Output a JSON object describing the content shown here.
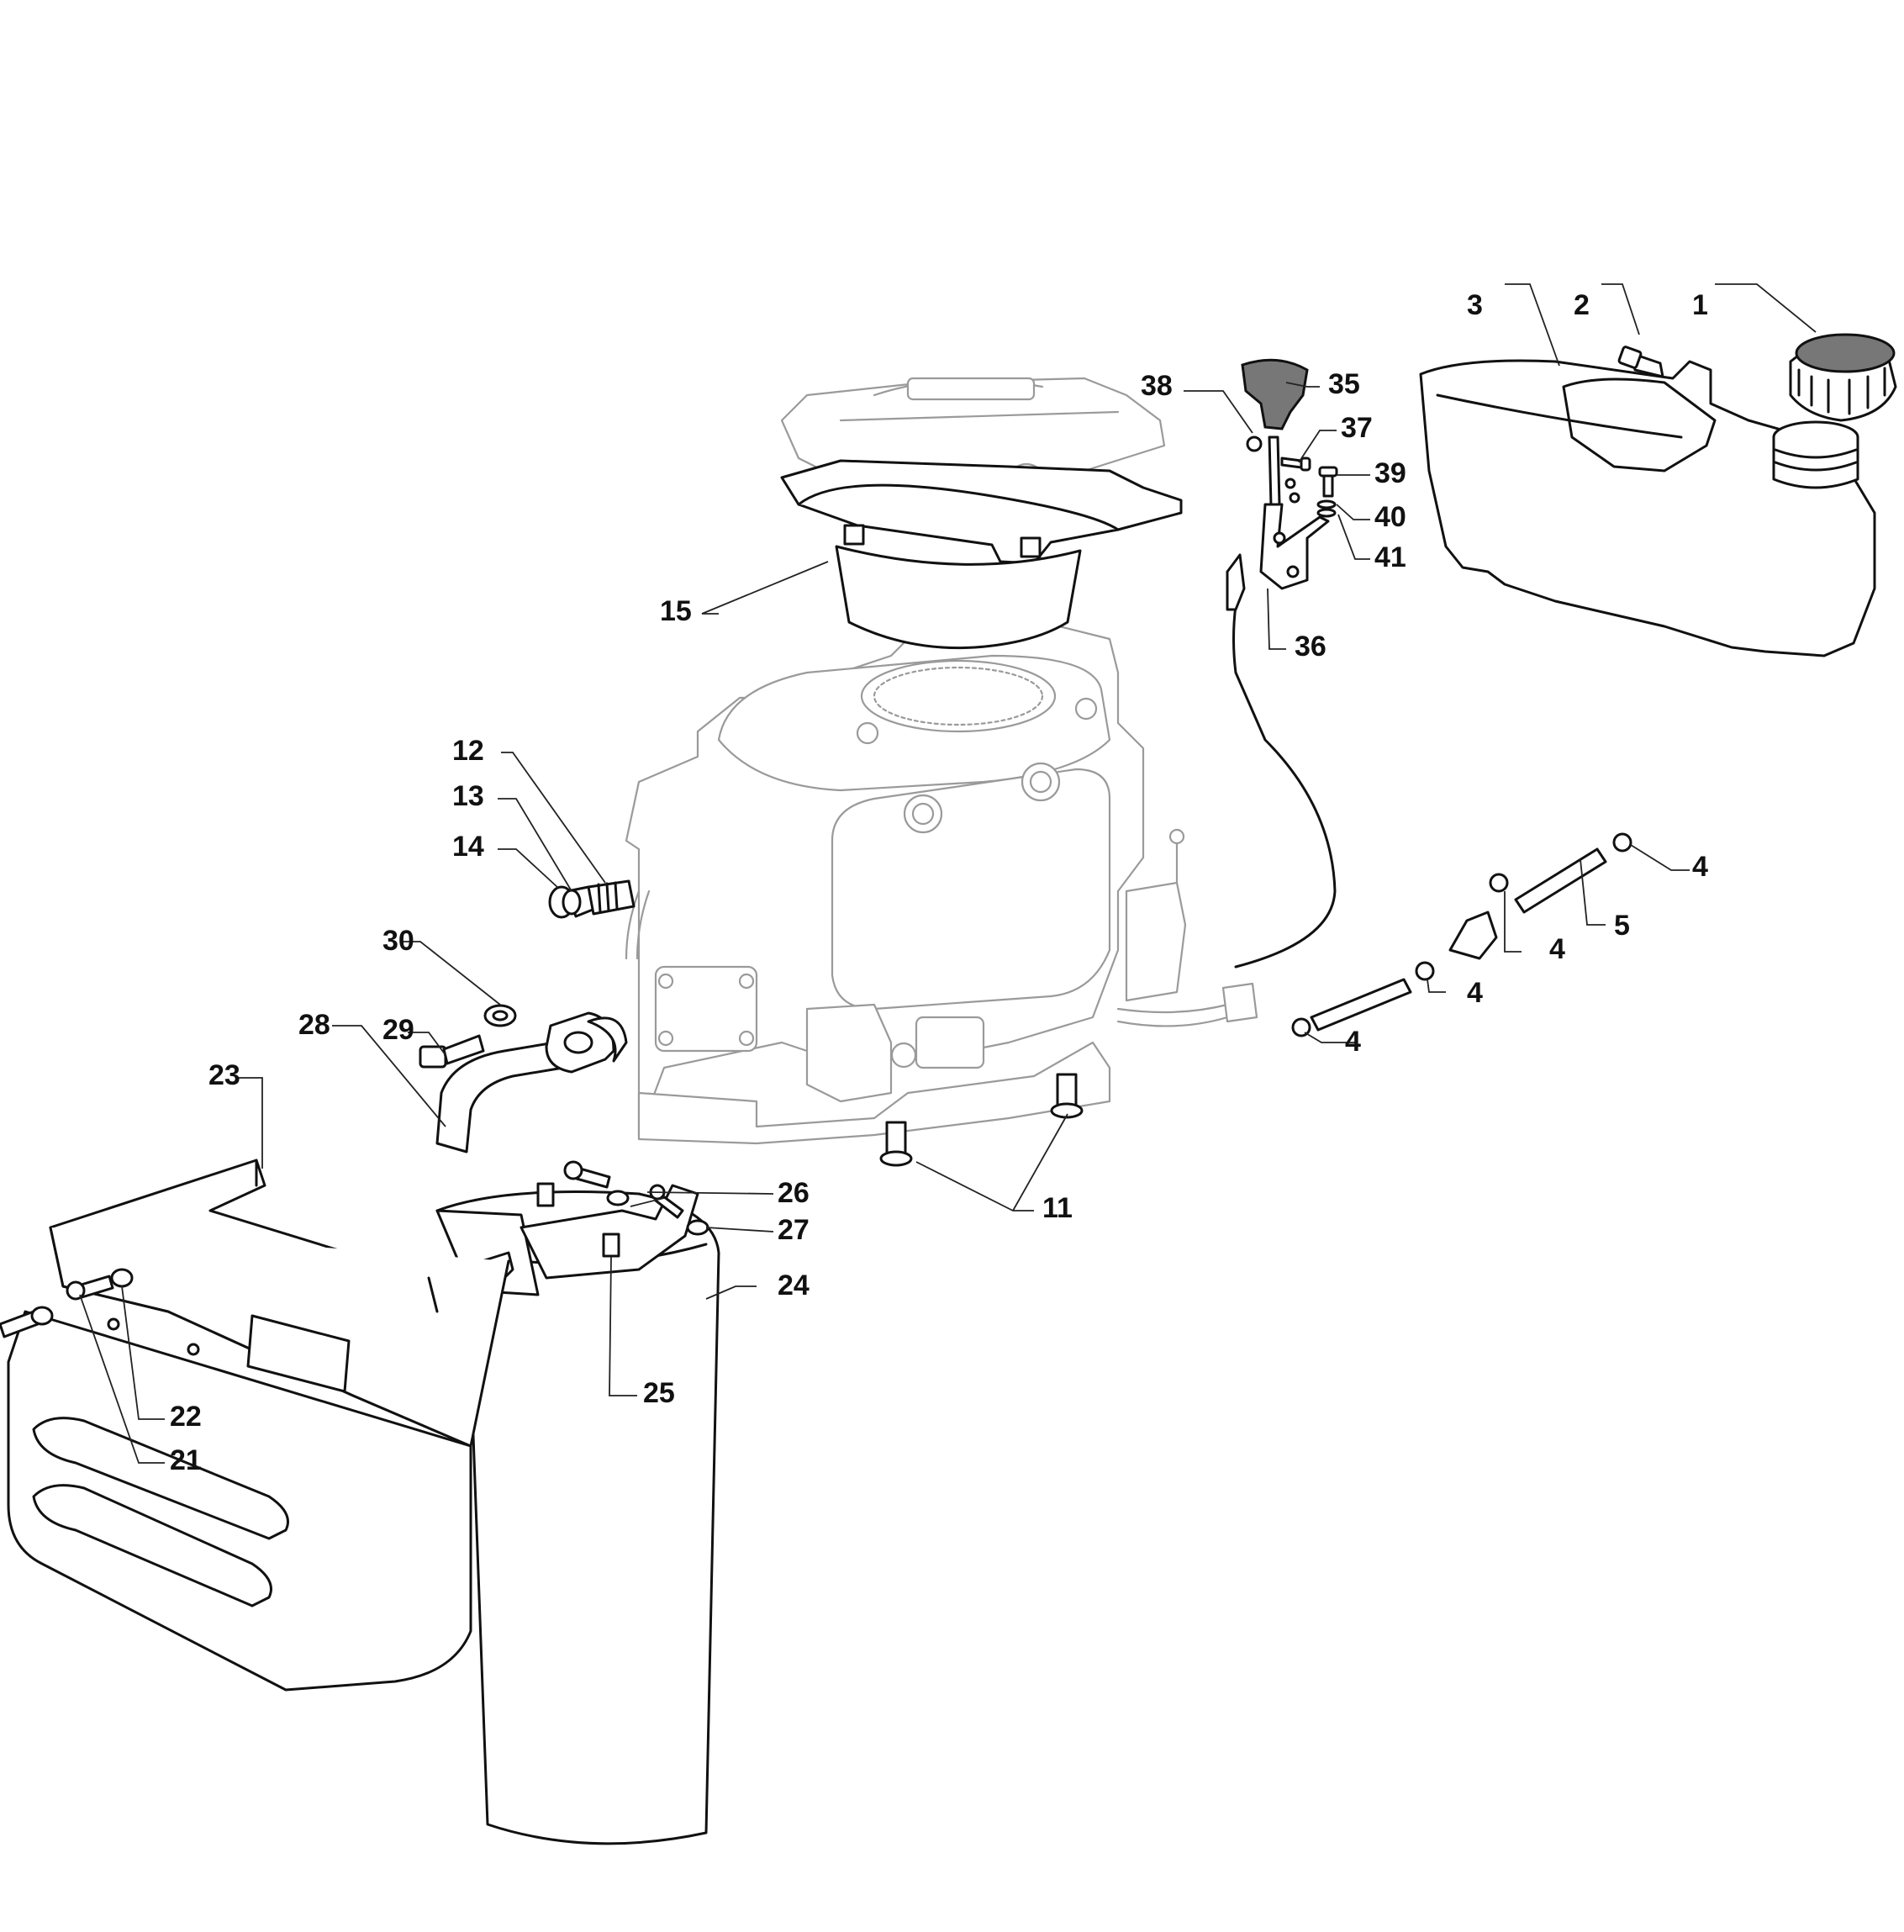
{
  "callouts": [
    {
      "id": "c1",
      "text": "1"
    },
    {
      "id": "c2",
      "text": "2"
    },
    {
      "id": "c3",
      "text": "3"
    },
    {
      "id": "c4a",
      "text": "4"
    },
    {
      "id": "c4b",
      "text": "4"
    },
    {
      "id": "c4c",
      "text": "4"
    },
    {
      "id": "c4d",
      "text": "4"
    },
    {
      "id": "c5",
      "text": "5"
    },
    {
      "id": "c11",
      "text": "11"
    },
    {
      "id": "c12",
      "text": "12"
    },
    {
      "id": "c13",
      "text": "13"
    },
    {
      "id": "c14",
      "text": "14"
    },
    {
      "id": "c15",
      "text": "15"
    },
    {
      "id": "c21",
      "text": "21"
    },
    {
      "id": "c22",
      "text": "22"
    },
    {
      "id": "c23",
      "text": "23"
    },
    {
      "id": "c24",
      "text": "24"
    },
    {
      "id": "c25",
      "text": "25"
    },
    {
      "id": "c26",
      "text": "26"
    },
    {
      "id": "c27",
      "text": "27"
    },
    {
      "id": "c28",
      "text": "28"
    },
    {
      "id": "c29",
      "text": "29"
    },
    {
      "id": "c30",
      "text": "30"
    },
    {
      "id": "c35",
      "text": "35"
    },
    {
      "id": "c36",
      "text": "36"
    },
    {
      "id": "c37",
      "text": "37"
    },
    {
      "id": "c38",
      "text": "38"
    },
    {
      "id": "c39",
      "text": "39"
    },
    {
      "id": "c40",
      "text": "40"
    },
    {
      "id": "c41",
      "text": "41"
    }
  ],
  "colors": {
    "ink": "#111111",
    "ghost": "#9a9a9a",
    "cap_fill": "#7a7a7a",
    "handle_fill": "#555555"
  }
}
